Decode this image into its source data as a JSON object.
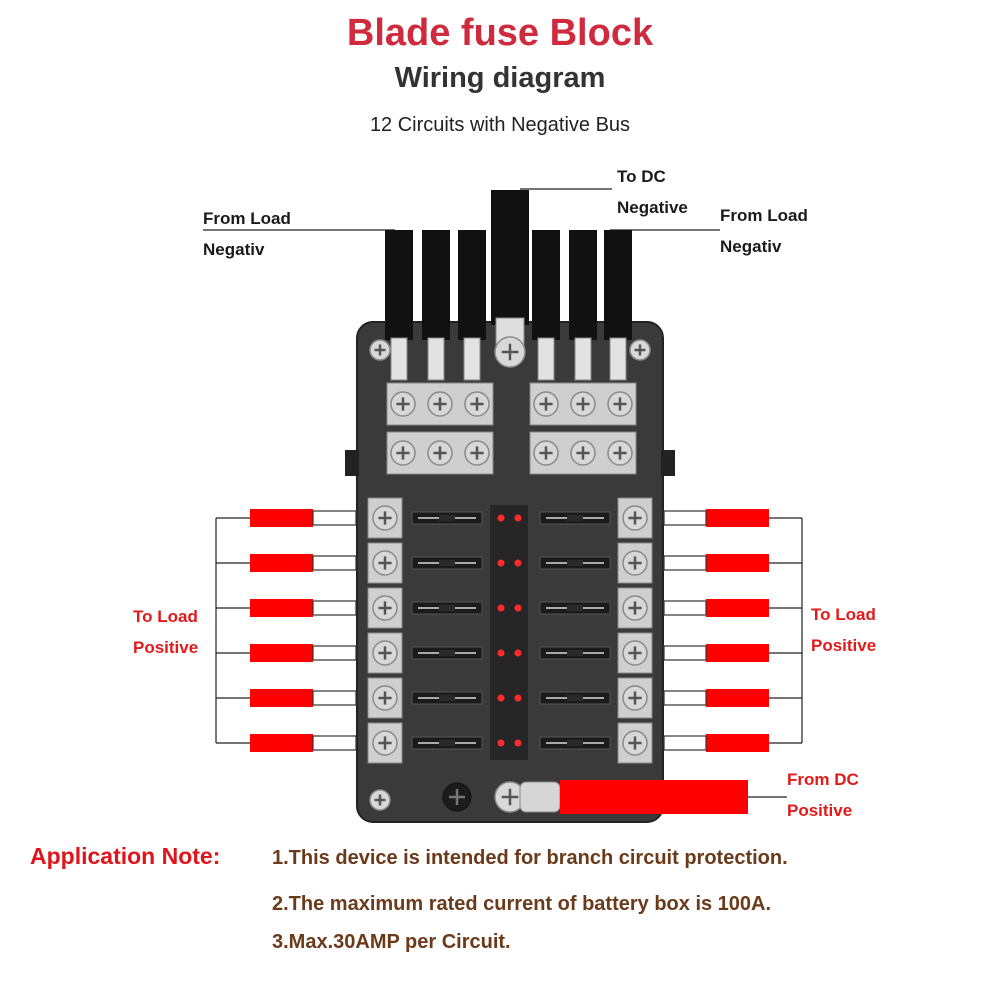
{
  "header": {
    "title": "Blade fuse Block",
    "subtitle": "Wiring diagram",
    "caption": "12 Circuits with Negative Bus"
  },
  "labels": {
    "from_load_negative_left": [
      "From Load",
      "Negativ"
    ],
    "to_dc_negative": [
      "To DC",
      "Negative"
    ],
    "from_load_negative_right": [
      "From Load",
      "Negativ"
    ],
    "to_load_positive_left": [
      "To Load",
      "Positive"
    ],
    "to_load_positive_right": [
      "To Load",
      "Positive"
    ],
    "from_dc_positive": [
      "From DC",
      "Positive"
    ]
  },
  "application_note": {
    "heading": "Application Note:",
    "items": [
      "1.This device is intended for branch circuit protection.",
      "2.The maximum rated current of battery box is 100A.",
      "3.Max.30AMP per Circuit."
    ]
  },
  "colors": {
    "title": "#cf2a3e",
    "label_red": "#e21a1a",
    "wire_red": "#ff0000",
    "wire_black": "#111111",
    "block_body": "#3a3a3a",
    "terminal": "#cfcfcf",
    "note_text": "#6a3a1a"
  },
  "diagram": {
    "fuse_circuits": 12,
    "negative_bus_terminals": 12,
    "indicator_leds_per_row": 2
  }
}
